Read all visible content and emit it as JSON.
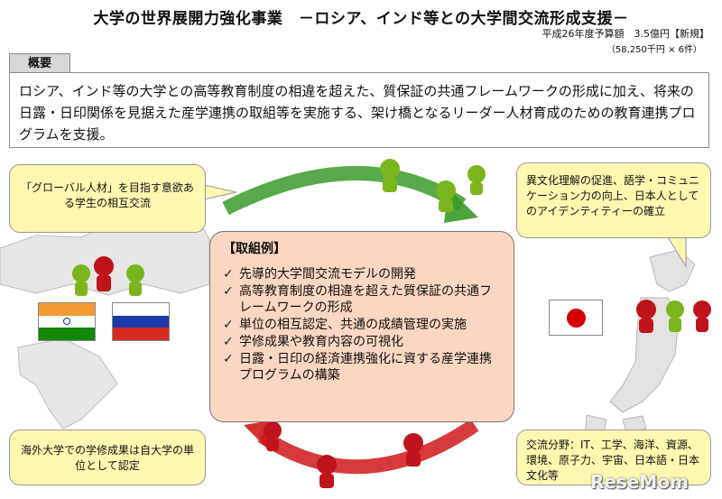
{
  "header": {
    "title": "大学の世界展開力強化事業　－ロシア、インド等との大学間交流形成支援－",
    "budget": "平成26年度予算額　3.5億円【新規】",
    "budget_detail": "（58,250千円 × 6件）"
  },
  "overview": {
    "label": "概要",
    "text": "ロシア、インド等の大学との高等教育制度の相違を超えた、質保証の共通フレームワークの形成に加え、将来の日露・日印関係を見据えた産学連携の取組等を実施する、架け橋となるリーダー人材育成のための教育連携プログラムを支援。"
  },
  "callouts": {
    "top_left": "「グローバル人材」を目指す意欲ある学生の相互交流",
    "top_right": "異文化理解の促進、語学・コミュニケーション力の向上、日本人としてのアイデンティティーの確立",
    "bottom_left": "海外大学での学修成果は自大学の単位として認定",
    "bottom_right": "交流分野：IT、工学、海洋、資源、環境、原子力、宇宙、日本語・日本文化等"
  },
  "center": {
    "heading": "【取組例】",
    "items": [
      "先導的大学間交流モデルの開発",
      "高等教育制度の相違を超えた質保証の共通フレームワークの形成",
      "単位の相互認定、共通の成績管理の実施",
      "学修成果や教育内容の可視化",
      "日露・日印の経済連携強化に資する産学連携プログラムの構築"
    ],
    "check_mark": "✓"
  },
  "watermark": "ReseMom",
  "colors": {
    "callout_fill": "#fff8b0",
    "center_fill": "#fbd6c2",
    "arrow_green": "#3a9a2a",
    "arrow_red": "#d01818",
    "figure_green": "#7ab51d",
    "figure_red": "#c0141c"
  }
}
